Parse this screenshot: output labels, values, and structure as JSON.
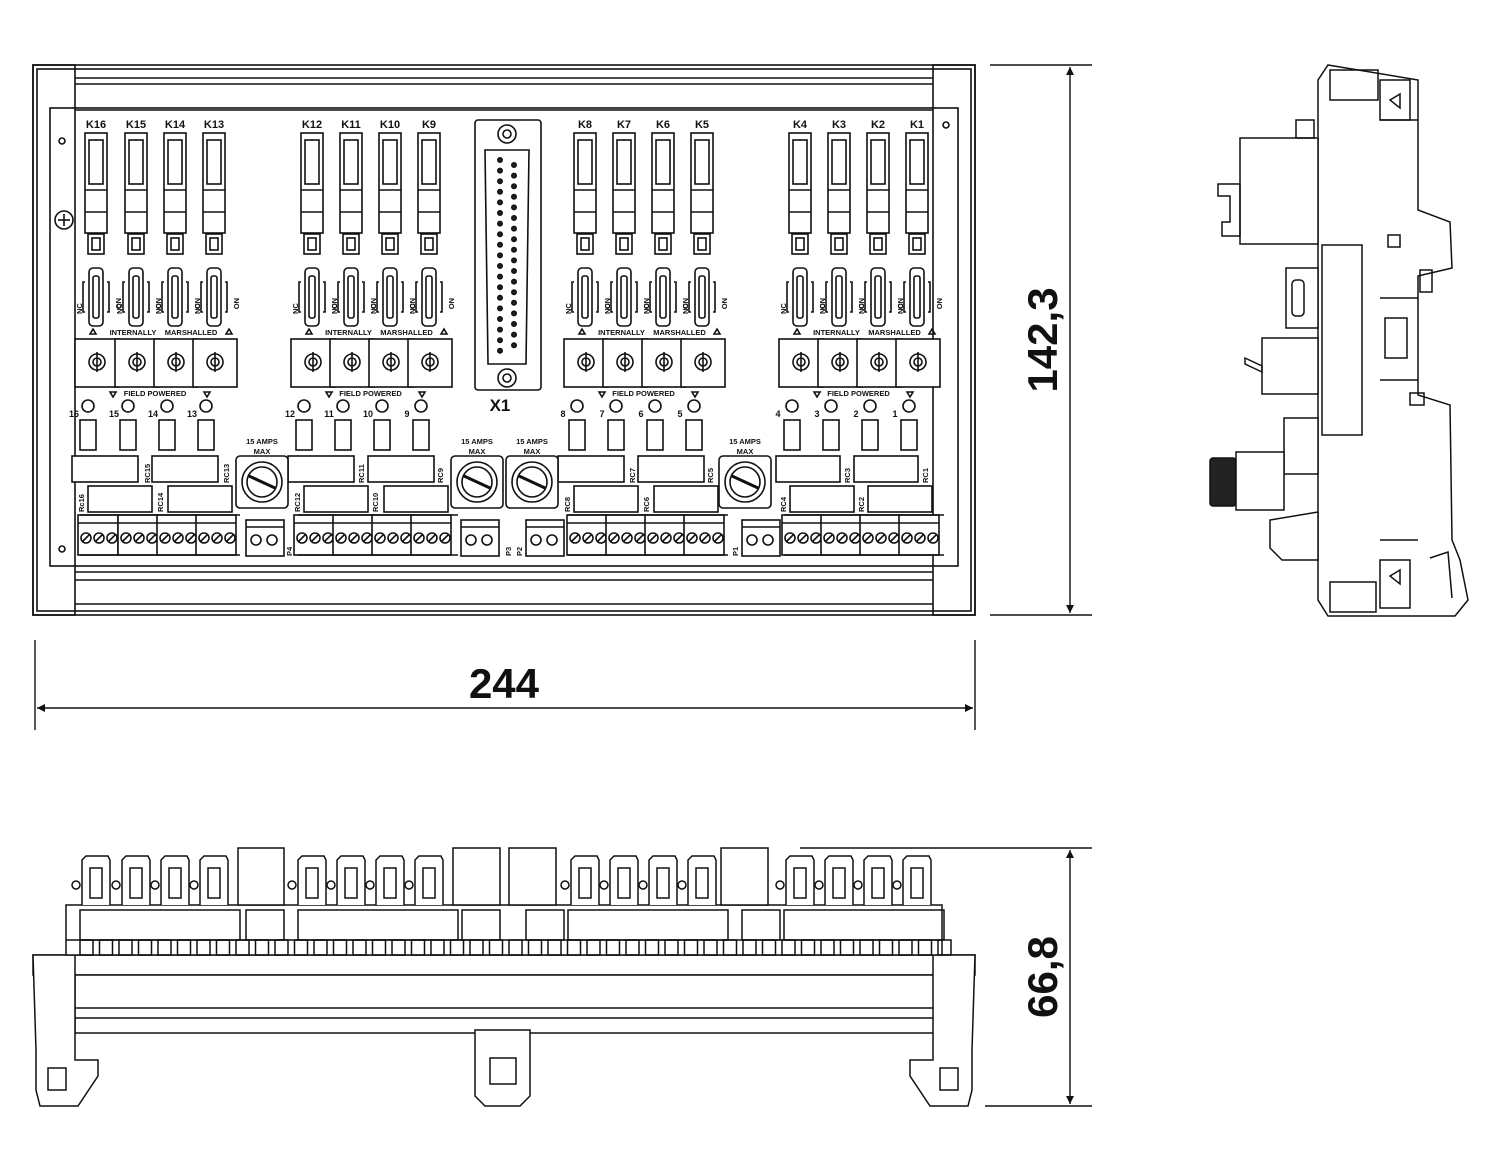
{
  "relays": {
    "left": [
      "K16",
      "K15",
      "K14",
      "K13",
      "K12",
      "K11",
      "K10",
      "K9"
    ],
    "right": [
      "K8",
      "K7",
      "K6",
      "K5",
      "K4",
      "K3",
      "K2",
      "K1"
    ]
  },
  "connector": "X1",
  "switch_labels": {
    "nc": "NC",
    "no": "NO",
    "internally": "INTERNALLY",
    "marshalled": "MARSHALLED",
    "field_powered": "FIELD POWERED"
  },
  "channels": [
    "16",
    "15",
    "14",
    "13",
    "12",
    "11",
    "10",
    "9",
    "8",
    "7",
    "6",
    "5",
    "4",
    "3",
    "2",
    "1"
  ],
  "fuse": {
    "rating": "15 AMPS",
    "max": "MAX"
  },
  "rc_labels": [
    "RC15",
    "RC13",
    "RC11",
    "RC9",
    "RC7",
    "RC5",
    "RC3",
    "RC1",
    "Rc16",
    "RC14",
    "RC12",
    "RC10",
    "RC8",
    "RC6",
    "RC4",
    "RC2"
  ],
  "power_labels": [
    "P4",
    "P3",
    "P2",
    "P1"
  ],
  "dimensions": {
    "width": "244",
    "height": "142,3",
    "depth": "66,8"
  },
  "colors": {
    "line": "#111111",
    "fill": "#ffffff",
    "shade": "#d9d9d9"
  }
}
